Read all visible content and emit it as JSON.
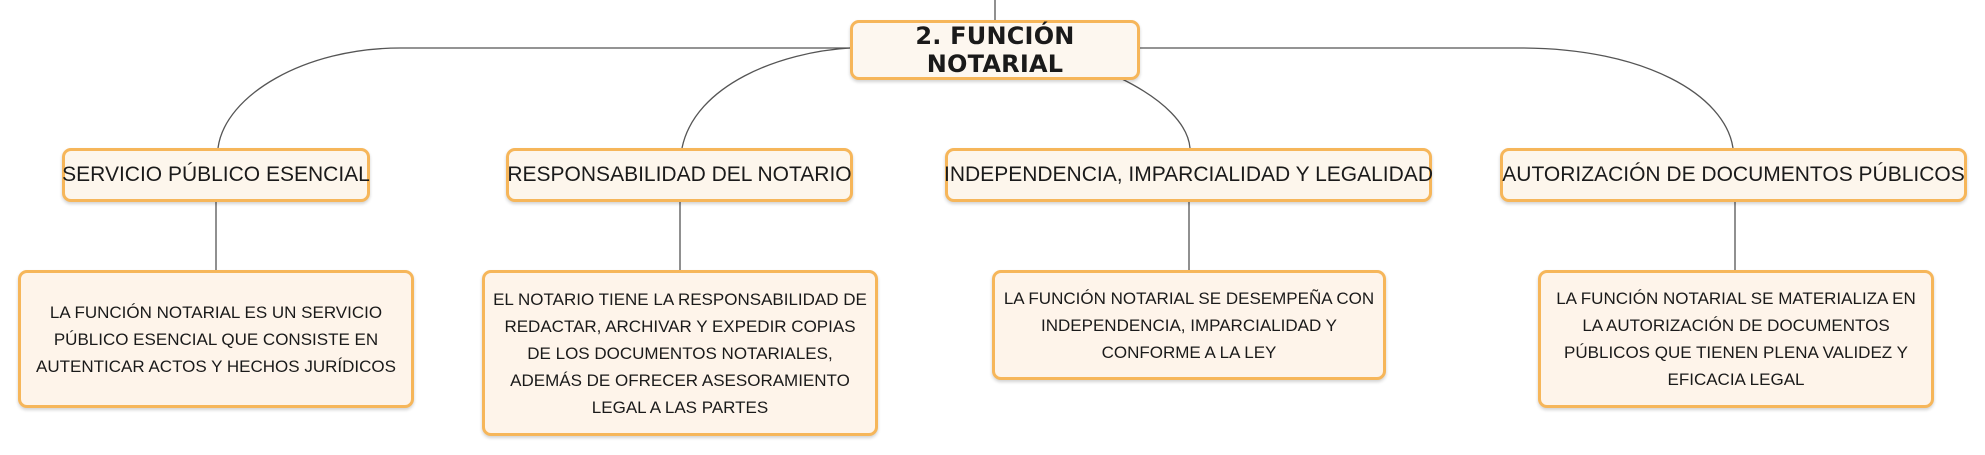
{
  "root": {
    "label": "2. FUNCIÓN NOTARIAL"
  },
  "topics": [
    {
      "label": "SERVICIO PÚBLICO ESENCIAL",
      "detail": "LA FUNCIÓN NOTARIAL ES UN SERVICIO PÚBLICO ESENCIAL QUE CONSISTE EN AUTENTICAR ACTOS Y HECHOS JURÍDICOS"
    },
    {
      "label": "RESPONSABILIDAD DEL NOTARIO",
      "detail": "EL NOTARIO TIENE LA RESPONSABILIDAD DE REDACTAR, ARCHIVAR Y EXPEDIR COPIAS DE LOS DOCUMENTOS NOTARIALES, ADEMÁS DE OFRECER ASESORAMIENTO LEGAL A LAS PARTES"
    },
    {
      "label": "INDEPENDENCIA, IMPARCIALIDAD Y LEGALIDAD",
      "detail": "LA FUNCIÓN NOTARIAL SE DESEMPEÑA CON INDEPENDENCIA, IMPARCIALIDAD Y CONFORME A LA LEY"
    },
    {
      "label": "AUTORIZACIÓN DE DOCUMENTOS PÚBLICOS",
      "detail": "LA FUNCIÓN NOTARIAL SE MATERIALIZA EN LA AUTORIZACIÓN DE DOCUMENTOS PÚBLICOS QUE TIENEN PLENA VALIDEZ Y EFICACIA LEGAL"
    }
  ],
  "colors": {
    "node_border": "#f6b65a",
    "node_fill": "#fdf6ec",
    "connector": "#555555"
  }
}
